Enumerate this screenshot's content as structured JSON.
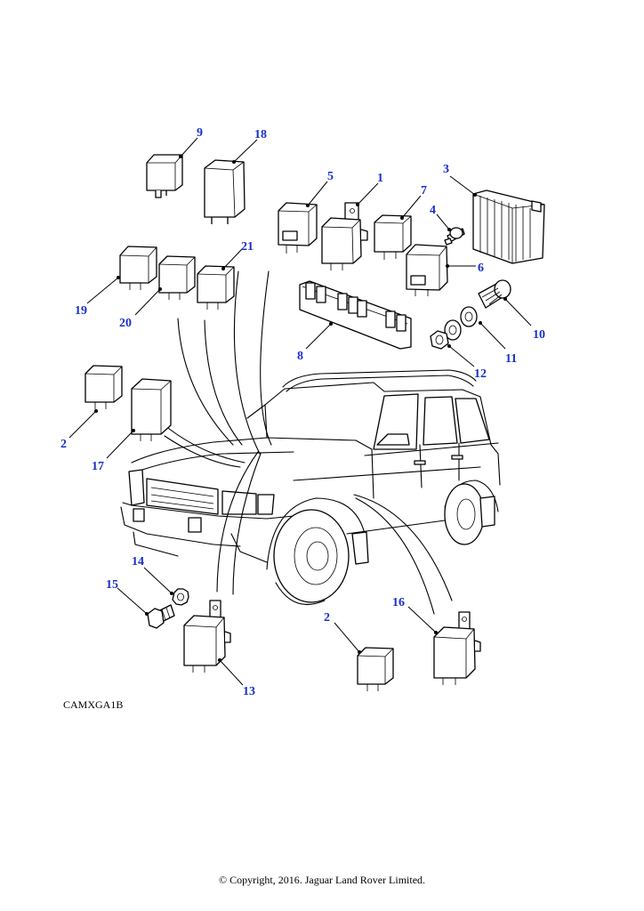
{
  "diagram": {
    "callouts": {
      "c1": "1",
      "c2a": "2",
      "c2b": "2",
      "c3": "3",
      "c4": "4",
      "c5": "5",
      "c6": "6",
      "c7": "7",
      "c8": "8",
      "c9": "9",
      "c10": "10",
      "c11": "11",
      "c12": "12",
      "c13": "13",
      "c14": "14",
      "c15": "15",
      "c16": "16",
      "c17": "17",
      "c18": "18",
      "c19": "19",
      "c20": "20",
      "c21": "21"
    },
    "drawing_code": "CAMXGA1B",
    "callout_color": "#1a2fc9"
  },
  "footer": {
    "copyright": "© Copyright, 2016. Jaguar Land Rover Limited."
  }
}
